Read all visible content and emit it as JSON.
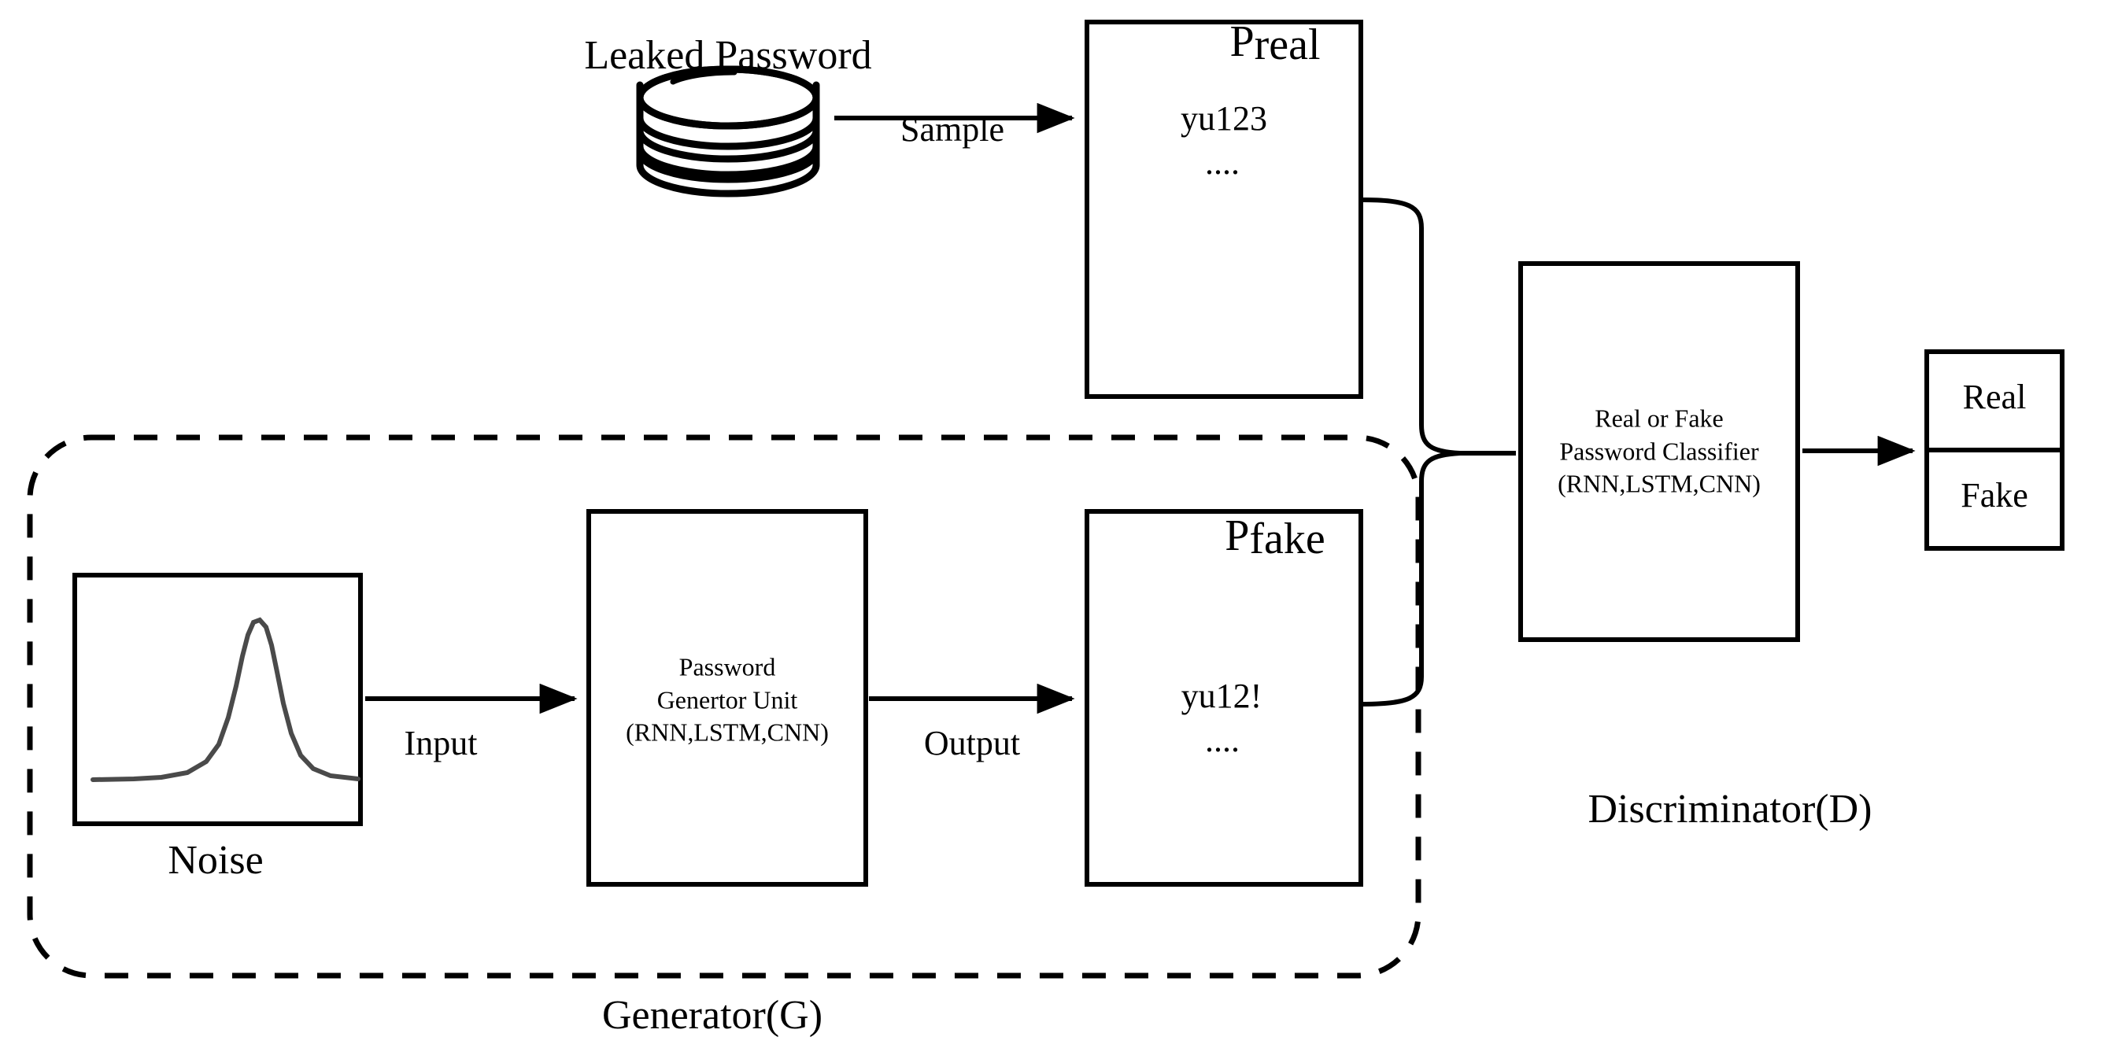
{
  "diagram": {
    "title_hidden": "Password GAN architecture",
    "source_label": "Leaked Password",
    "noise_label": "Noise",
    "generator_group_label": "Generator(G)",
    "discriminator_group_label": "Discriminator(D)"
  },
  "edges": {
    "sample": "Sample",
    "input": "Input",
    "output": "Output"
  },
  "boxes": {
    "p_real": {
      "symbol": "P",
      "subscript": "real",
      "sample_value": "yu123",
      "ellipsis": "...."
    },
    "p_fake": {
      "symbol": "P",
      "subscript": "fake",
      "sample_value": "yu12!",
      "ellipsis": "...."
    },
    "generator_unit": {
      "line1": "Password",
      "line2": "Genertor Unit",
      "line3": "(RNN,LSTM,CNN)"
    },
    "discriminator_unit": {
      "line1": "Real or Fake",
      "line2": "Password Classifier",
      "line3": "(RNN,LSTM,CNN)"
    },
    "verdict": {
      "real": "Real",
      "fake": "Fake"
    }
  },
  "icons": {
    "database": "database-cylinder-icon",
    "gaussian": "gaussian-curve-icon",
    "arrow": "arrow-right-icon",
    "brace": "merge-brace-icon"
  },
  "colors": {
    "stroke": "#000000",
    "background": "#ffffff",
    "curve": "#4a4a4a"
  },
  "chart_data": {
    "type": "line",
    "title": "",
    "xlabel": "",
    "ylabel": "",
    "legend": [],
    "description": "Gaussian noise distribution thumbnail",
    "x": [
      0,
      0.1,
      0.2,
      0.3,
      0.35,
      0.4,
      0.45,
      0.5,
      0.55,
      0.6,
      0.65,
      0.7,
      0.8,
      0.9,
      1.0
    ],
    "values": [
      0.02,
      0.02,
      0.03,
      0.12,
      0.28,
      0.55,
      0.85,
      1.0,
      0.85,
      0.55,
      0.28,
      0.12,
      0.03,
      0.02,
      0.02
    ],
    "ylim": [
      0,
      1
    ],
    "xlim": [
      0,
      1
    ],
    "grid": false
  }
}
